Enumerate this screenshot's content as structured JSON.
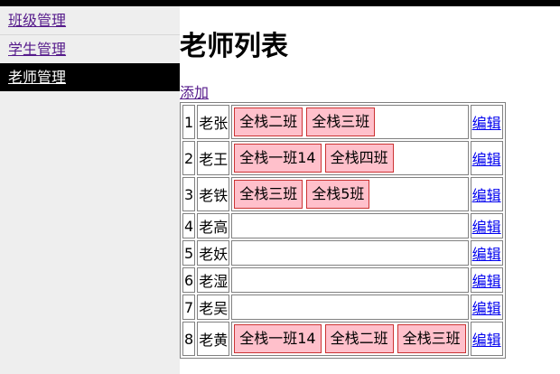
{
  "sidebar": {
    "items": [
      {
        "label": "班级管理",
        "active": false
      },
      {
        "label": "学生管理",
        "active": false
      },
      {
        "label": "老师管理",
        "active": true
      }
    ]
  },
  "main": {
    "title": "老师列表",
    "add_label": "添加",
    "teachers": [
      {
        "id": "1",
        "name": "老张",
        "classes": [
          "全栈二班",
          "全栈三班"
        ],
        "edit_label": "编辑"
      },
      {
        "id": "2",
        "name": "老王",
        "classes": [
          "全栈一班14",
          "全栈四班"
        ],
        "edit_label": "编辑"
      },
      {
        "id": "3",
        "name": "老铁",
        "classes": [
          "全栈三班",
          "全栈5班"
        ],
        "edit_label": "编辑"
      },
      {
        "id": "4",
        "name": "老高",
        "classes": [],
        "edit_label": "编辑"
      },
      {
        "id": "5",
        "name": "老妖",
        "classes": [],
        "edit_label": "编辑"
      },
      {
        "id": "6",
        "name": "老湿",
        "classes": [],
        "edit_label": "编辑"
      },
      {
        "id": "7",
        "name": "老吴",
        "classes": [],
        "edit_label": "编辑"
      },
      {
        "id": "8",
        "name": "老黄",
        "classes": [
          "全栈一班14",
          "全栈二班",
          "全栈三班"
        ],
        "edit_label": "编辑"
      }
    ]
  },
  "colors": {
    "topbar": "#000000",
    "sidebar_bg": "#eeeeee",
    "active_bg": "#000000",
    "badge_bg": "#ffc0cb",
    "badge_border": "#cc3333",
    "visited_link": "#551a8b",
    "link": "#0000ee"
  }
}
